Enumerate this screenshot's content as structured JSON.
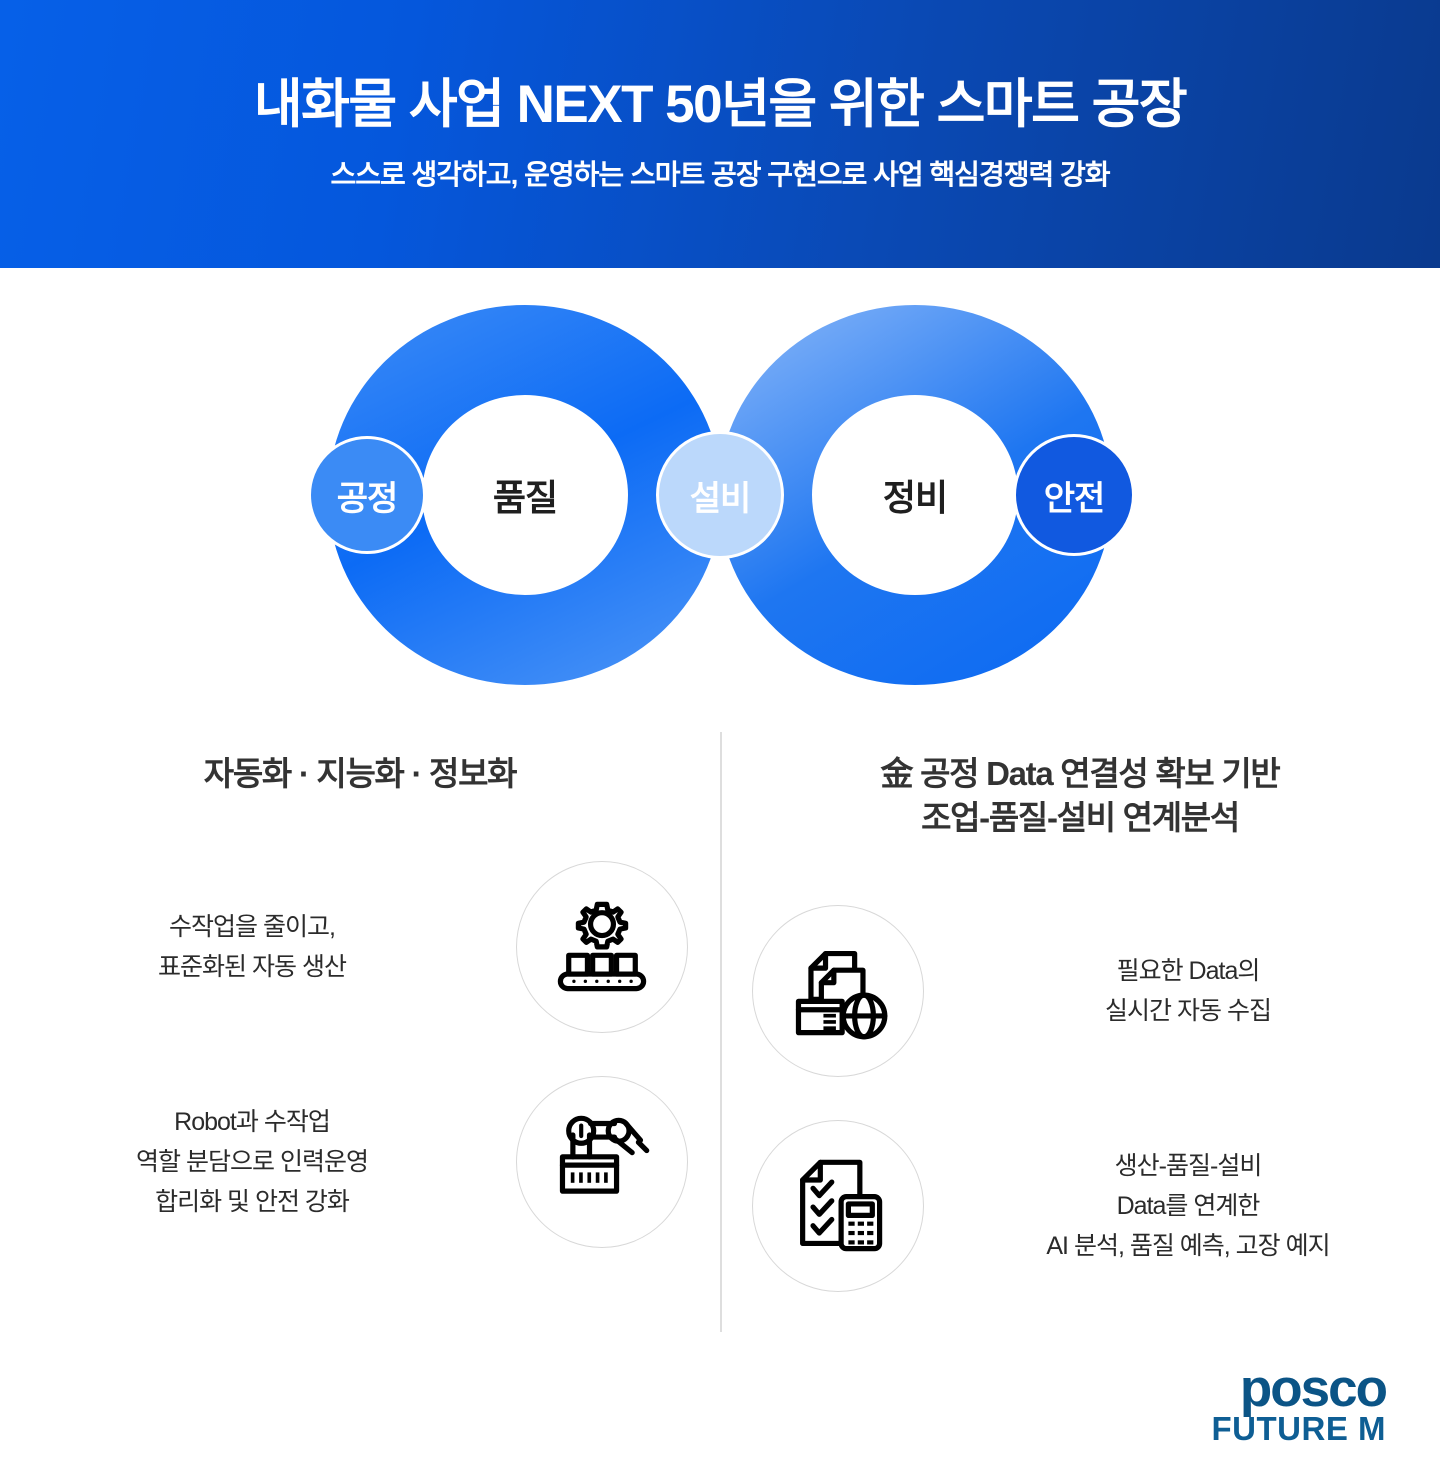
{
  "header": {
    "title": "내화물 사업 NEXT 50년을 위한 스마트 공장",
    "subtitle": "스스로 생각하고, 운영하는 스마트 공장 구현으로 사업 핵심경쟁력 강화",
    "gradient_from": "#0660E8",
    "gradient_to": "#0A3A8E",
    "text_color": "#FFFFFF"
  },
  "diagram": {
    "type": "infinity-venn",
    "nodes": [
      {
        "label": "공정",
        "fill": "#3B8BF5",
        "text_color": "#FFFFFF",
        "style": "circle"
      },
      {
        "label": "품질",
        "fill": "#FFFFFF",
        "text_color": "#1F1F1F",
        "style": "ring-center"
      },
      {
        "label": "설비",
        "fill": "#BBD8FB",
        "text_color": "#FFFFFF",
        "style": "circle"
      },
      {
        "label": "정비",
        "fill": "#FFFFFF",
        "text_color": "#1F1F1F",
        "style": "ring-center"
      },
      {
        "label": "안전",
        "fill": "#1159E0",
        "text_color": "#FFFFFF",
        "style": "circle"
      }
    ],
    "left_ring_gradient": [
      "#0C6BF5",
      "#6FA8F8"
    ],
    "right_ring_gradient": [
      "#A9CBFA",
      "#1570F0"
    ]
  },
  "columns": [
    {
      "heading": "자동화 · 지능화 · 정보화",
      "items": [
        {
          "icon": "conveyor-gear-icon",
          "lines": [
            "수작업을 줄이고,",
            "표준화된 자동 생산"
          ]
        },
        {
          "icon": "robot-arm-icon",
          "lines": [
            "Robot과 수작업",
            "역할 분담으로 인력운영",
            "합리화 및 안전 강화"
          ]
        }
      ]
    },
    {
      "heading_line1": "金 공정 Data 연결성 확보 기반",
      "heading_line2": "조업-품질-설비 연계분석",
      "items": [
        {
          "icon": "documents-globe-icon",
          "lines": [
            "필요한 Data의",
            "실시간 자동 수집"
          ]
        },
        {
          "icon": "checklist-calculator-icon",
          "lines": [
            "생산-품질-설비",
            "Data를 연계한",
            "AI 분석, 품질 예측, 고장 예지"
          ]
        }
      ]
    }
  ],
  "logo": {
    "primary": "posco",
    "secondary": "FUTURE M",
    "color": "#0B5486"
  }
}
